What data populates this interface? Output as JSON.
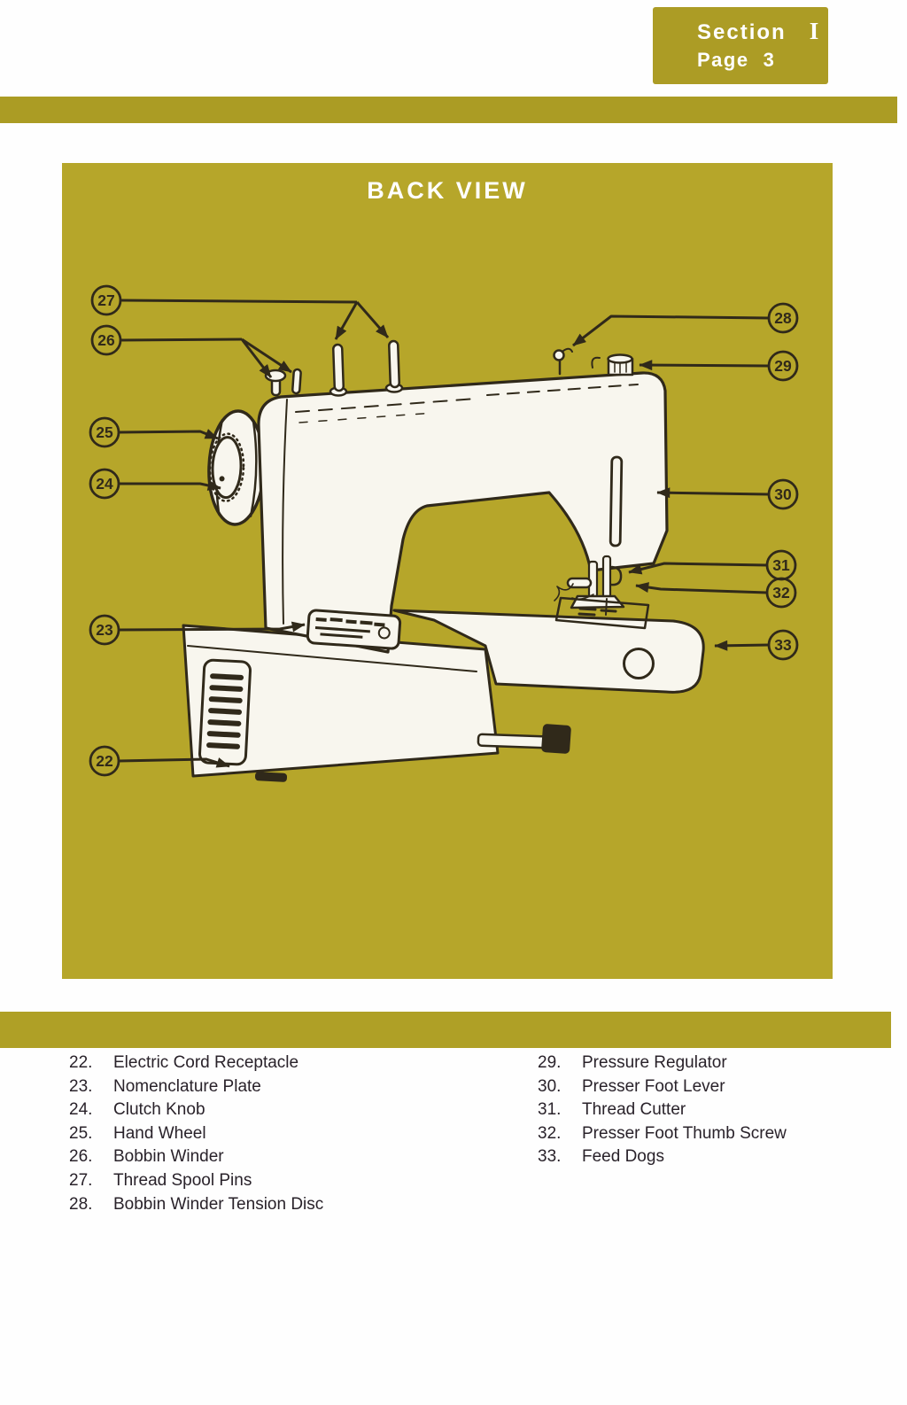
{
  "header": {
    "badge": {
      "section_label": "Section",
      "section_value": "I",
      "page_label": "Page",
      "page_value": "3"
    }
  },
  "diagram": {
    "title": "BACK VIEW",
    "callouts": [
      {
        "num": "22",
        "name": "Electric Cord Receptacle"
      },
      {
        "num": "23",
        "name": "Nomenclature Plate"
      },
      {
        "num": "24",
        "name": "Clutch Knob"
      },
      {
        "num": "25",
        "name": "Hand Wheel"
      },
      {
        "num": "26",
        "name": "Bobbin Winder"
      },
      {
        "num": "27",
        "name": "Thread Spool Pins"
      },
      {
        "num": "28",
        "name": "Bobbin Winder Tension Disc"
      },
      {
        "num": "29",
        "name": "Pressure Regulator"
      },
      {
        "num": "30",
        "name": "Presser Foot Lever"
      },
      {
        "num": "31",
        "name": "Thread Cutter"
      },
      {
        "num": "32",
        "name": "Presser Foot Thumb Screw"
      },
      {
        "num": "33",
        "name": "Feed Dogs"
      }
    ]
  },
  "parts_list": {
    "left": [
      {
        "num": "22.",
        "name": "Electric Cord Receptacle"
      },
      {
        "num": "23.",
        "name": "Nomenclature Plate"
      },
      {
        "num": "24.",
        "name": "Clutch Knob"
      },
      {
        "num": "25.",
        "name": "Hand Wheel"
      },
      {
        "num": "26.",
        "name": "Bobbin Winder"
      },
      {
        "num": "27.",
        "name": "Thread Spool Pins"
      },
      {
        "num": "28.",
        "name": "Bobbin Winder Tension Disc"
      }
    ],
    "right": [
      {
        "num": "29.",
        "name": "Pressure Regulator"
      },
      {
        "num": "30.",
        "name": "Presser Foot Lever"
      },
      {
        "num": "31.",
        "name": "Thread Cutter"
      },
      {
        "num": "32.",
        "name": "Presser Foot Thumb Screw"
      },
      {
        "num": "33.",
        "name": "Feed Dogs"
      }
    ]
  },
  "colors": {
    "panel": "#b6a62a",
    "divider_bar": "#ab9c24",
    "badge": "#ac9c25",
    "ink": "#30291a",
    "machine_white": "#f8f6ee",
    "text": "#29222a"
  }
}
